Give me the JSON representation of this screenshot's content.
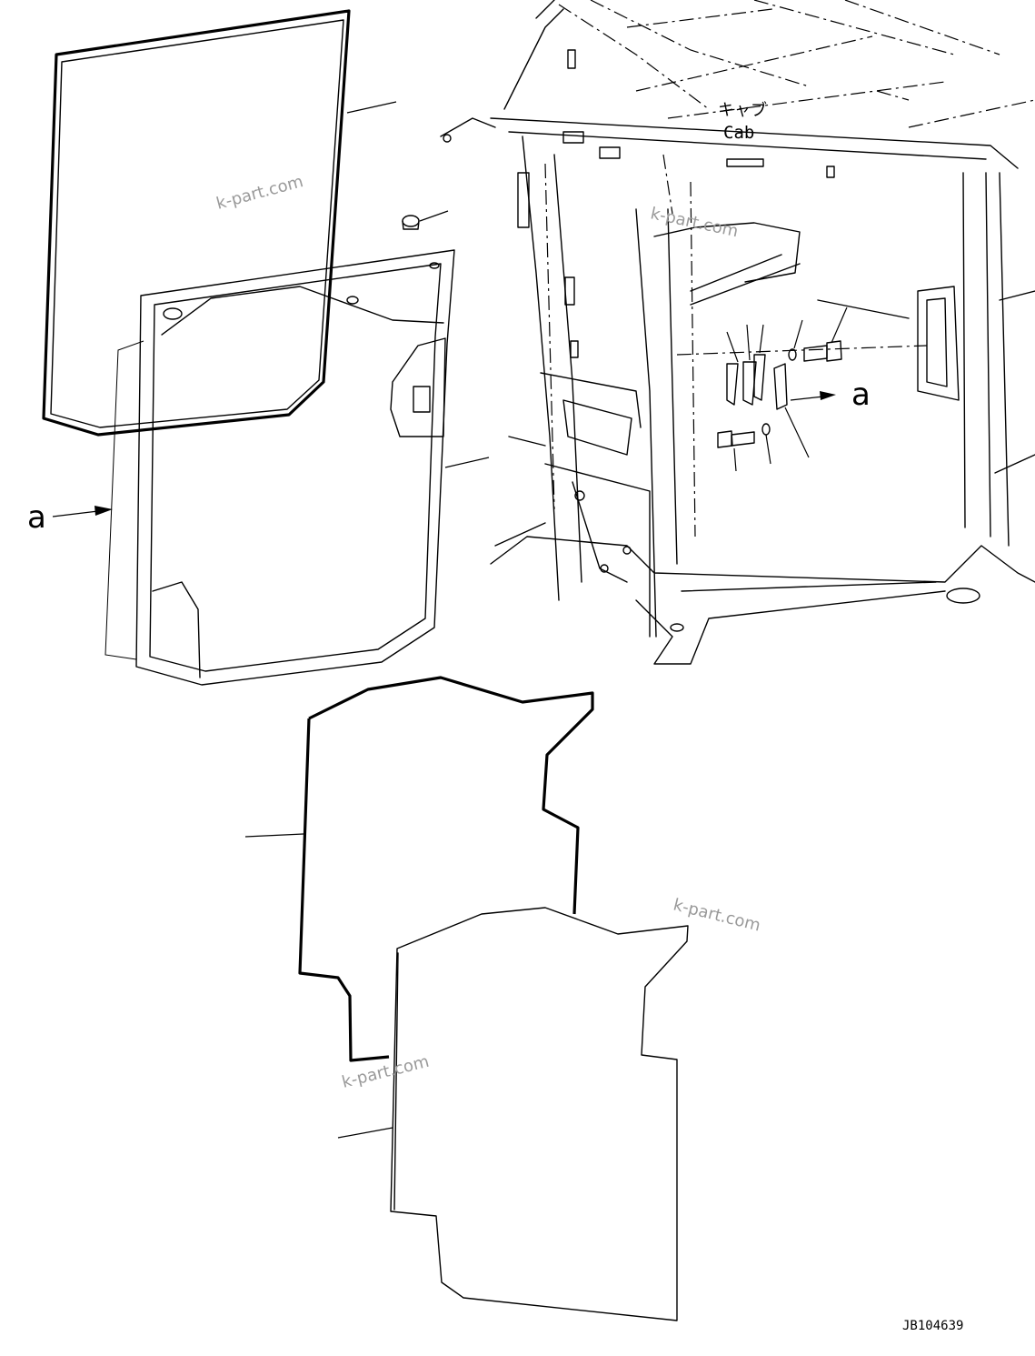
{
  "labels": {
    "cab_jp": "キャブ",
    "cab_en": "Cab",
    "arrow_left": "a",
    "arrow_right": "a",
    "drawing_number": "JB104639"
  },
  "watermarks": [
    "k-part.com",
    "k-part.com",
    "k-part.com",
    "k-part.com"
  ]
}
